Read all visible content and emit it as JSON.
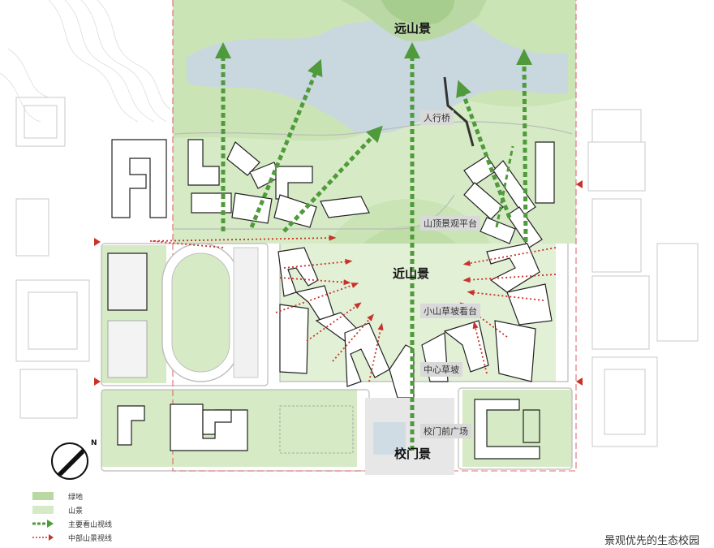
{
  "map": {
    "labels": {
      "far_mountain": "远山景",
      "near_mountain": "近山景",
      "gate_view": "校门景",
      "footbridge": "人行桥",
      "summit_platform": "山顶景观平台",
      "hill_stand": "小山草坡看台",
      "central_slope": "中心草坡",
      "gate_plaza": "校门前广场"
    },
    "north_symbol": "N",
    "colors": {
      "green_land": "#b9d8a4",
      "mountain_view": "#d6ebc5",
      "water": "#c9d7df",
      "main_arrow": "#4f9a3a",
      "secondary_arrow": "#c8322a"
    }
  },
  "legend": {
    "items": [
      {
        "label": "绿地",
        "icon": "dark-green-swatch"
      },
      {
        "label": "山景",
        "icon": "light-green-swatch"
      },
      {
        "label": "主要看山视线",
        "icon": "green-dashed-arrow"
      },
      {
        "label": "中部山景视线",
        "icon": "red-dotted-arrow"
      }
    ]
  },
  "caption": "景观优先的生态校园"
}
